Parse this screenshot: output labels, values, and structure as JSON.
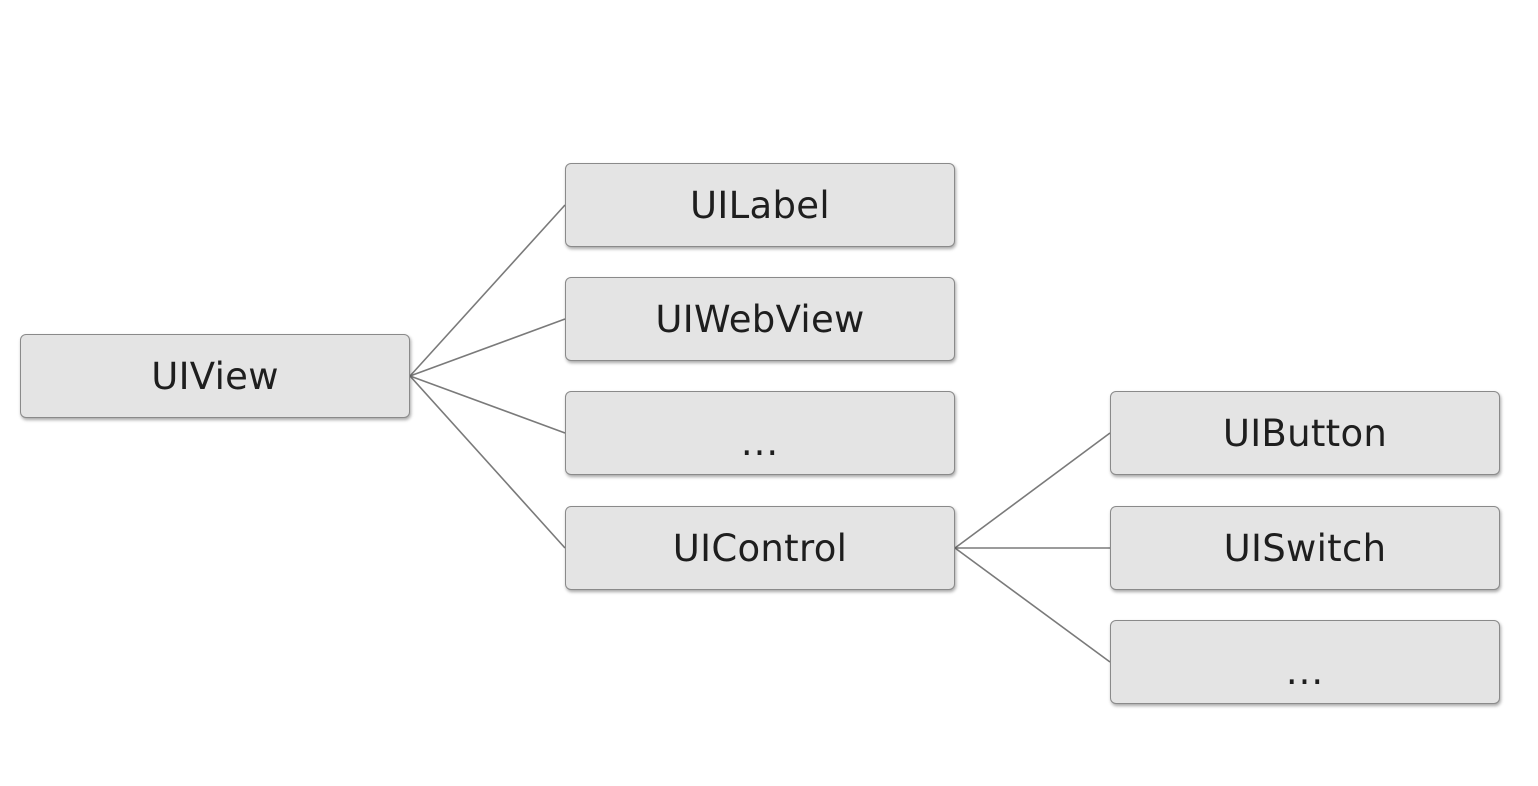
{
  "diagram": {
    "nodes": {
      "uiview": "UIView",
      "uilabel": "UILabel",
      "uiwebview": "UIWebView",
      "more_subviews": "...",
      "uicontrol": "UIControl",
      "uibutton": "UIButton",
      "uiswitch": "UISwitch",
      "more_controls": "..."
    },
    "edges": [
      [
        "UIView",
        "UILabel"
      ],
      [
        "UIView",
        "UIWebView"
      ],
      [
        "UIView",
        "..."
      ],
      [
        "UIView",
        "UIControl"
      ],
      [
        "UIControl",
        "UIButton"
      ],
      [
        "UIControl",
        "UISwitch"
      ],
      [
        "UIControl",
        "..."
      ]
    ],
    "colors": {
      "node_fill": "#e4e4e4",
      "node_border": "#8a8a8a",
      "connector": "#7a7a7a",
      "text": "#1e1e1e"
    }
  }
}
